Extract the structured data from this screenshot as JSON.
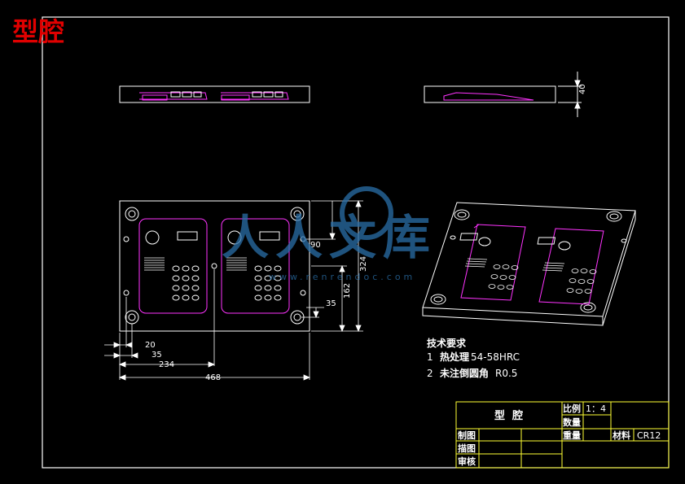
{
  "title": "型腔",
  "watermark": {
    "text_cn": "人人文库",
    "url": "www.renrendoc.com"
  },
  "dimensions": {
    "height_side": "40",
    "h90": "90",
    "h324": "324",
    "h162": "162",
    "h35": "35",
    "w20": "20",
    "w35": "35",
    "w234": "234",
    "w468": "468"
  },
  "tech_notes": {
    "heading": "技术要求",
    "items": [
      {
        "num": "1",
        "label": "热处理",
        "value": "54-58HRC"
      },
      {
        "num": "2",
        "label": "未注倒圆角",
        "value": "R0.5"
      }
    ]
  },
  "title_block": {
    "part_name": "型  腔",
    "scale_label": "比例",
    "scale_value": "1：4",
    "qty_label": "数量",
    "weight_label": "重量",
    "material_label": "材料",
    "material_value": "CR12",
    "drawn_label": "制图",
    "traced_label": "描图",
    "checked_label": "审核"
  },
  "colors": {
    "line": "#ffffff",
    "cavity": "#ff33ff",
    "titleblock": "#ffff33",
    "title": "#e00000",
    "watermark": "#2a6fa8"
  }
}
